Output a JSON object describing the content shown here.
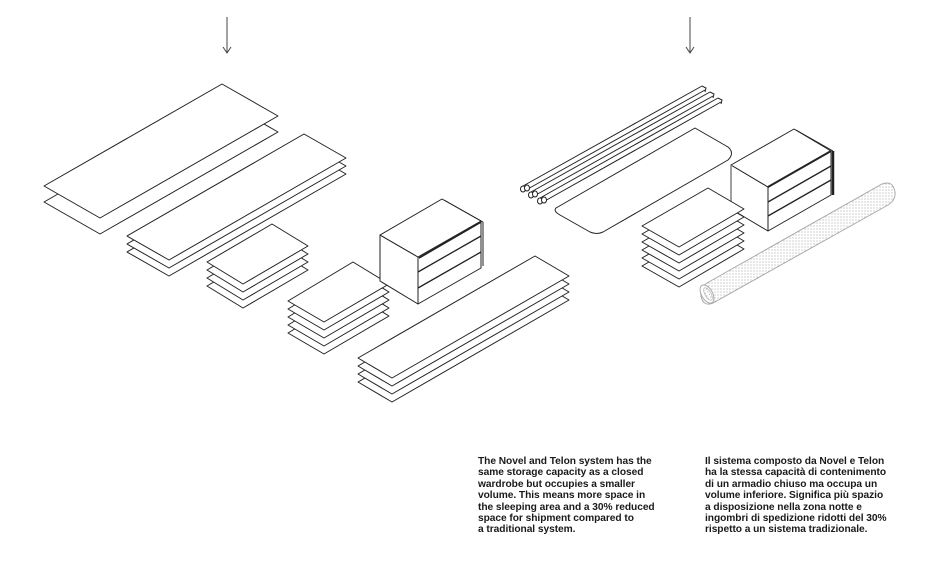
{
  "diagram": {
    "left_group": {
      "label": "traditional-wardrobe-components",
      "items": [
        "long-panels-pair",
        "long-panels-triple",
        "short-panels-stack-4",
        "short-panels-stack-5",
        "chest-of-drawers",
        "long-panels-stack-4"
      ]
    },
    "right_group": {
      "label": "novel-telon-system-components",
      "items": [
        "rods-set-3",
        "rounded-shelf-panel",
        "chest-of-drawers",
        "short-panels-stack-6",
        "fabric-roll"
      ]
    },
    "arrows": [
      "down-arrow-left",
      "down-arrow-right"
    ]
  },
  "text": {
    "english": {
      "lines": [
        "The Novel and Telon system has the",
        "same storage capacity as a closed",
        "wardrobe but occupies a smaller",
        "volume. This means more space in",
        "the sleeping area and a 30% reduced",
        "space for shipment compared to",
        "a traditional system."
      ]
    },
    "italian": {
      "lines": [
        "Il sistema composto da Novel e Telon",
        "ha la stessa capacità di contenimento",
        "di un armadio chiuso ma occupa un",
        "volume inferiore. Significa più spazio",
        "a disposizione nella zona notte e",
        "ingombri di spedizione ridotti del 30%",
        "rispetto a un sistema tradizionale."
      ]
    }
  }
}
